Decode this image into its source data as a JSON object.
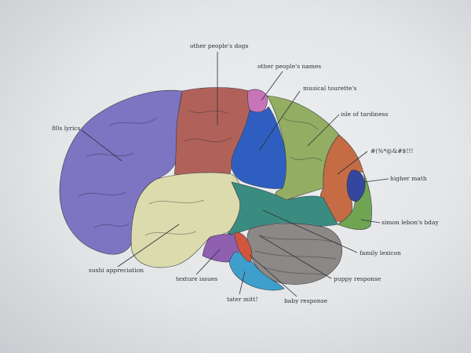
{
  "diagram": {
    "regions": [
      {
        "id": "80s-lyrics",
        "color": "#7d74c2"
      },
      {
        "id": "other-peoples-dogs",
        "color": "#b0625a"
      },
      {
        "id": "other-peoples-names",
        "color": "#c874b8"
      },
      {
        "id": "musical-tourettes",
        "color": "#2e5fc0"
      },
      {
        "id": "isle-of-tardiness",
        "color": "#93ad62"
      },
      {
        "id": "symbols",
        "color": "#c56c45"
      },
      {
        "id": "higher-math",
        "color": "#34469e"
      },
      {
        "id": "simon-lebons-bday",
        "color": "#6fa552"
      },
      {
        "id": "sushi-appreciation",
        "color": "#dcdbad"
      },
      {
        "id": "family-lexicon",
        "color": "#3b8c80"
      },
      {
        "id": "puppy-response",
        "color": "#8c8886"
      },
      {
        "id": "texture-issues",
        "color": "#8f5fb0"
      },
      {
        "id": "tater-mitt",
        "color": "#3f9fcc"
      },
      {
        "id": "baby-response",
        "color": "#d0563e"
      }
    ],
    "labels": {
      "dogs": "other people's dogs",
      "names": "other people's names",
      "tourette": "musical tourette's",
      "tardiness": "isle of tardiness",
      "symbols": "#(%*@&#$!!!",
      "math": "higher math",
      "simon": "simon lebon's bday",
      "lyrics": "80s lyrics",
      "sushi": "sushi appreciation",
      "texture": "texture issues",
      "tater": "tater mitt!",
      "baby": "baby response",
      "puppy": "puppy response",
      "family": "family lexicon"
    }
  }
}
